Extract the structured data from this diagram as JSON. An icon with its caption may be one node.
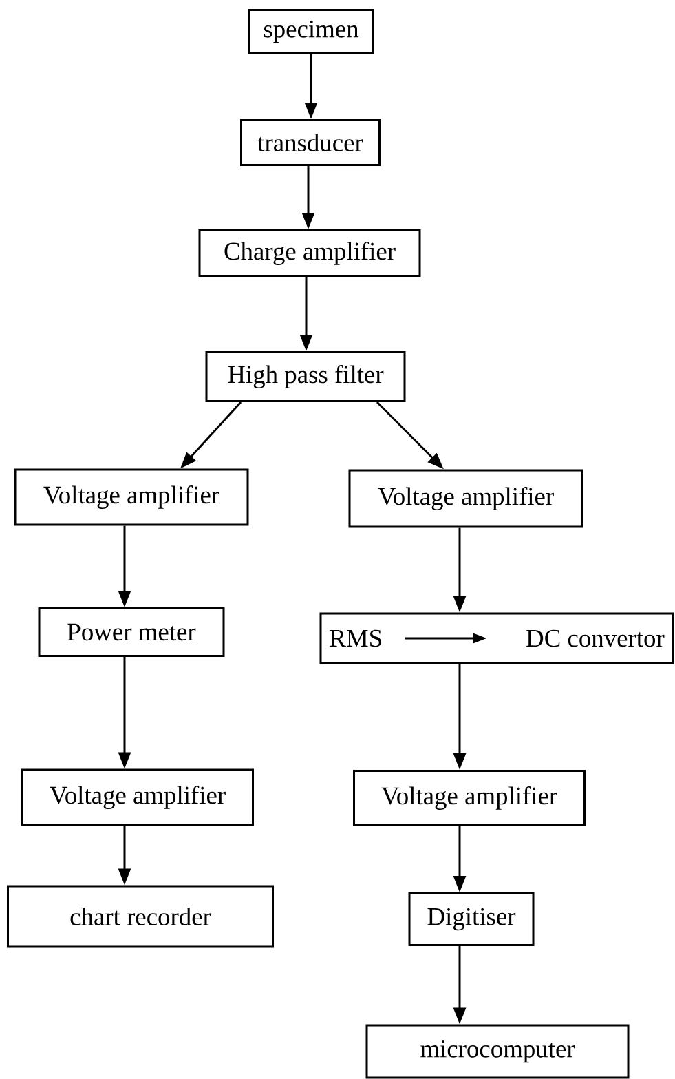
{
  "diagram": {
    "nodes": [
      {
        "text": [
          "specimen"
        ]
      },
      {
        "text": [
          "transducer"
        ]
      },
      {
        "text": [
          "Charge amplifier"
        ]
      },
      {
        "text": [
          "High pass filter"
        ]
      },
      {
        "text": [
          "Voltage amplifier"
        ]
      },
      {
        "text": [
          "Voltage amplifier"
        ]
      },
      {
        "text": [
          "Power meter"
        ]
      },
      {
        "text": [
          "RMS",
          "DC convertor"
        ]
      },
      {
        "text": [
          "Voltage amplifier"
        ]
      },
      {
        "text": [
          "Voltage amplifier"
        ]
      },
      {
        "text": [
          "chart recorder"
        ]
      },
      {
        "text": [
          "Digitiser"
        ]
      },
      {
        "text": [
          "microcomputer"
        ]
      }
    ],
    "edges": [
      {
        "from": 0,
        "to": 1,
        "arrow": "to"
      },
      {
        "from": 1,
        "to": 2,
        "arrow": "to"
      },
      {
        "from": 2,
        "to": 3,
        "arrow": "to"
      },
      {
        "from": 3,
        "to": 4,
        "arrow": "to"
      },
      {
        "from": 3,
        "to": 5,
        "arrow": "to"
      },
      {
        "from": 4,
        "to": 6,
        "arrow": "to"
      },
      {
        "from": 5,
        "to": 7,
        "arrow": "to"
      },
      {
        "from": 6,
        "to": 8,
        "arrow": "to"
      },
      {
        "from": 7,
        "to": 9,
        "arrow": "to"
      },
      {
        "from": 8,
        "to": 10,
        "arrow": "to"
      },
      {
        "from": 9,
        "to": 11,
        "arrow": "to"
      },
      {
        "from": 11,
        "to": 12,
        "arrow": "to"
      }
    ]
  }
}
